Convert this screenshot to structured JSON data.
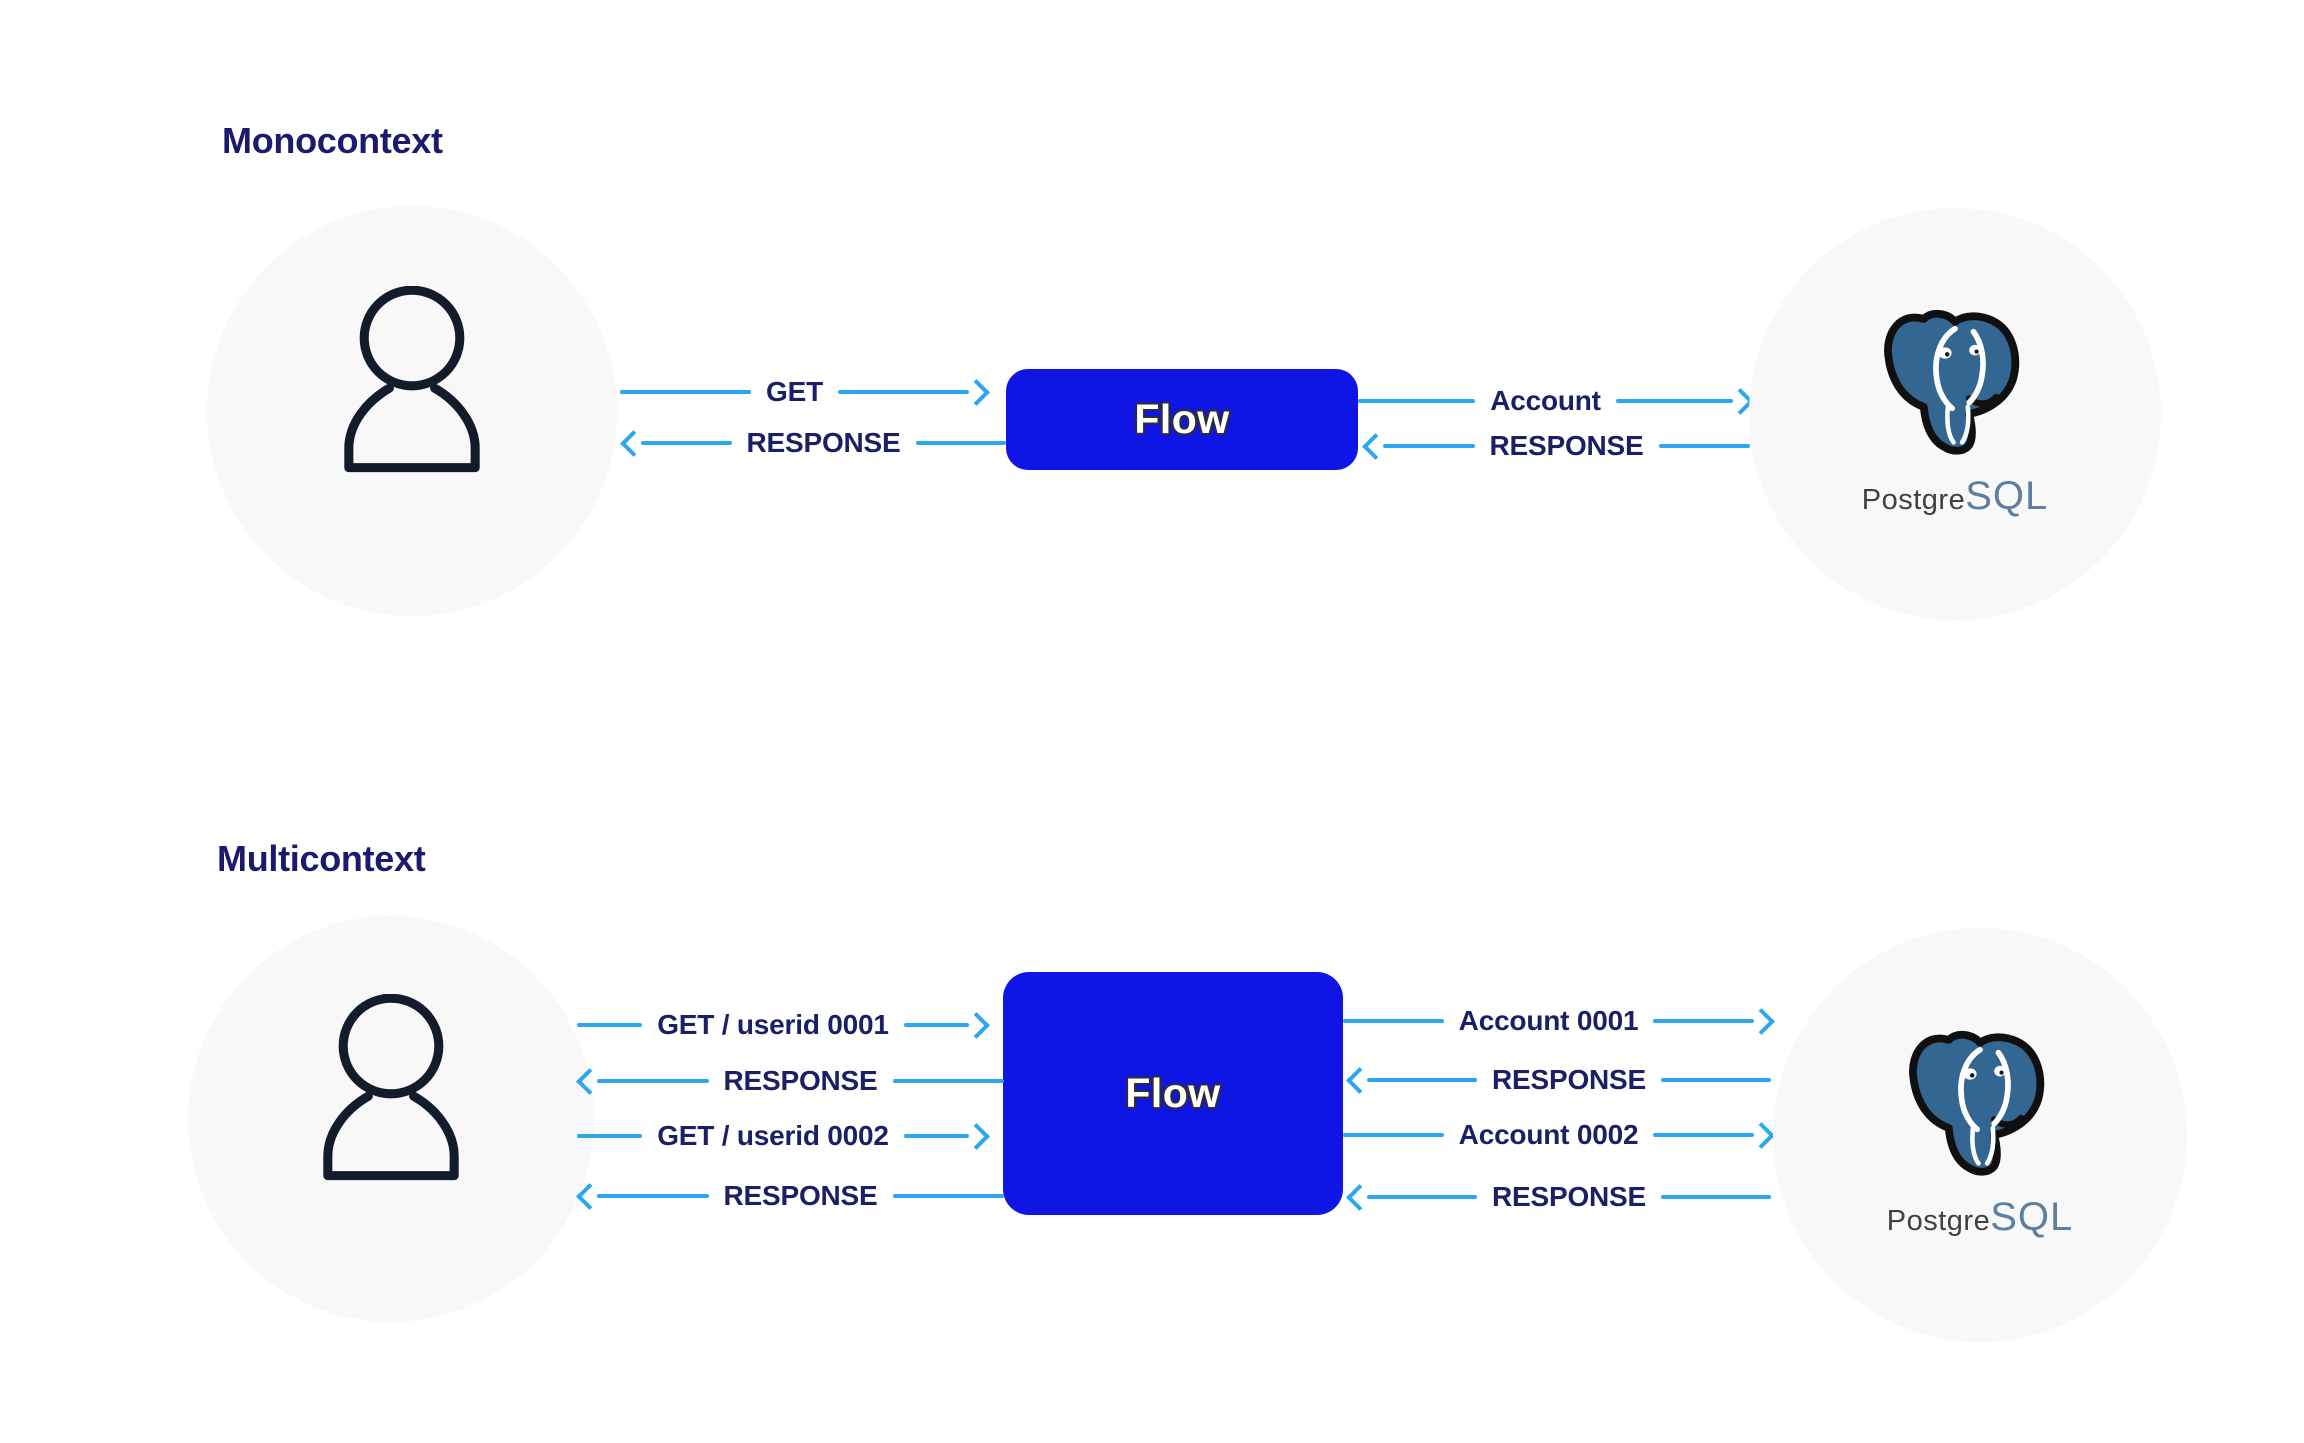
{
  "colors": {
    "arrow_blue": "#2BA7F2",
    "node_blue": "#0E15E4",
    "title_navy": "#1B1A6E",
    "label_navy": "#1A1F66",
    "actor_circle_gray": "#F8F8F9",
    "person_icon": "#121C2B",
    "postgres_blue": "#336791",
    "wordmark_prefix_gray": "#3F4245",
    "wordmark_sql_slate": "#5E7F9F"
  },
  "sections": [
    {
      "title": "Monocontext",
      "node_label": "Flow",
      "left_actor_icon": "user-icon",
      "right_actor_icon": "postgresql-elephant-icon",
      "left_messages": [
        {
          "label": "GET",
          "direction": "right"
        },
        {
          "label": "RESPONSE",
          "direction": "left"
        }
      ],
      "right_messages": [
        {
          "label": "Account",
          "direction": "right"
        },
        {
          "label": "RESPONSE",
          "direction": "left"
        }
      ],
      "wordmark": {
        "prefix": "Postgre",
        "suffix": "SQL"
      }
    },
    {
      "title": "Multicontext",
      "node_label": "Flow",
      "left_actor_icon": "user-icon",
      "right_actor_icon": "postgresql-elephant-icon",
      "left_messages": [
        {
          "label": "GET / userid 0001",
          "direction": "right"
        },
        {
          "label": "RESPONSE",
          "direction": "left"
        },
        {
          "label": "GET / userid 0002",
          "direction": "right"
        },
        {
          "label": "RESPONSE",
          "direction": "left"
        }
      ],
      "right_messages": [
        {
          "label": "Account 0001",
          "direction": "right"
        },
        {
          "label": "RESPONSE",
          "direction": "left"
        },
        {
          "label": "Account 0002",
          "direction": "right"
        },
        {
          "label": "RESPONSE",
          "direction": "left"
        }
      ],
      "wordmark": {
        "prefix": "Postgre",
        "suffix": "SQL"
      }
    }
  ]
}
